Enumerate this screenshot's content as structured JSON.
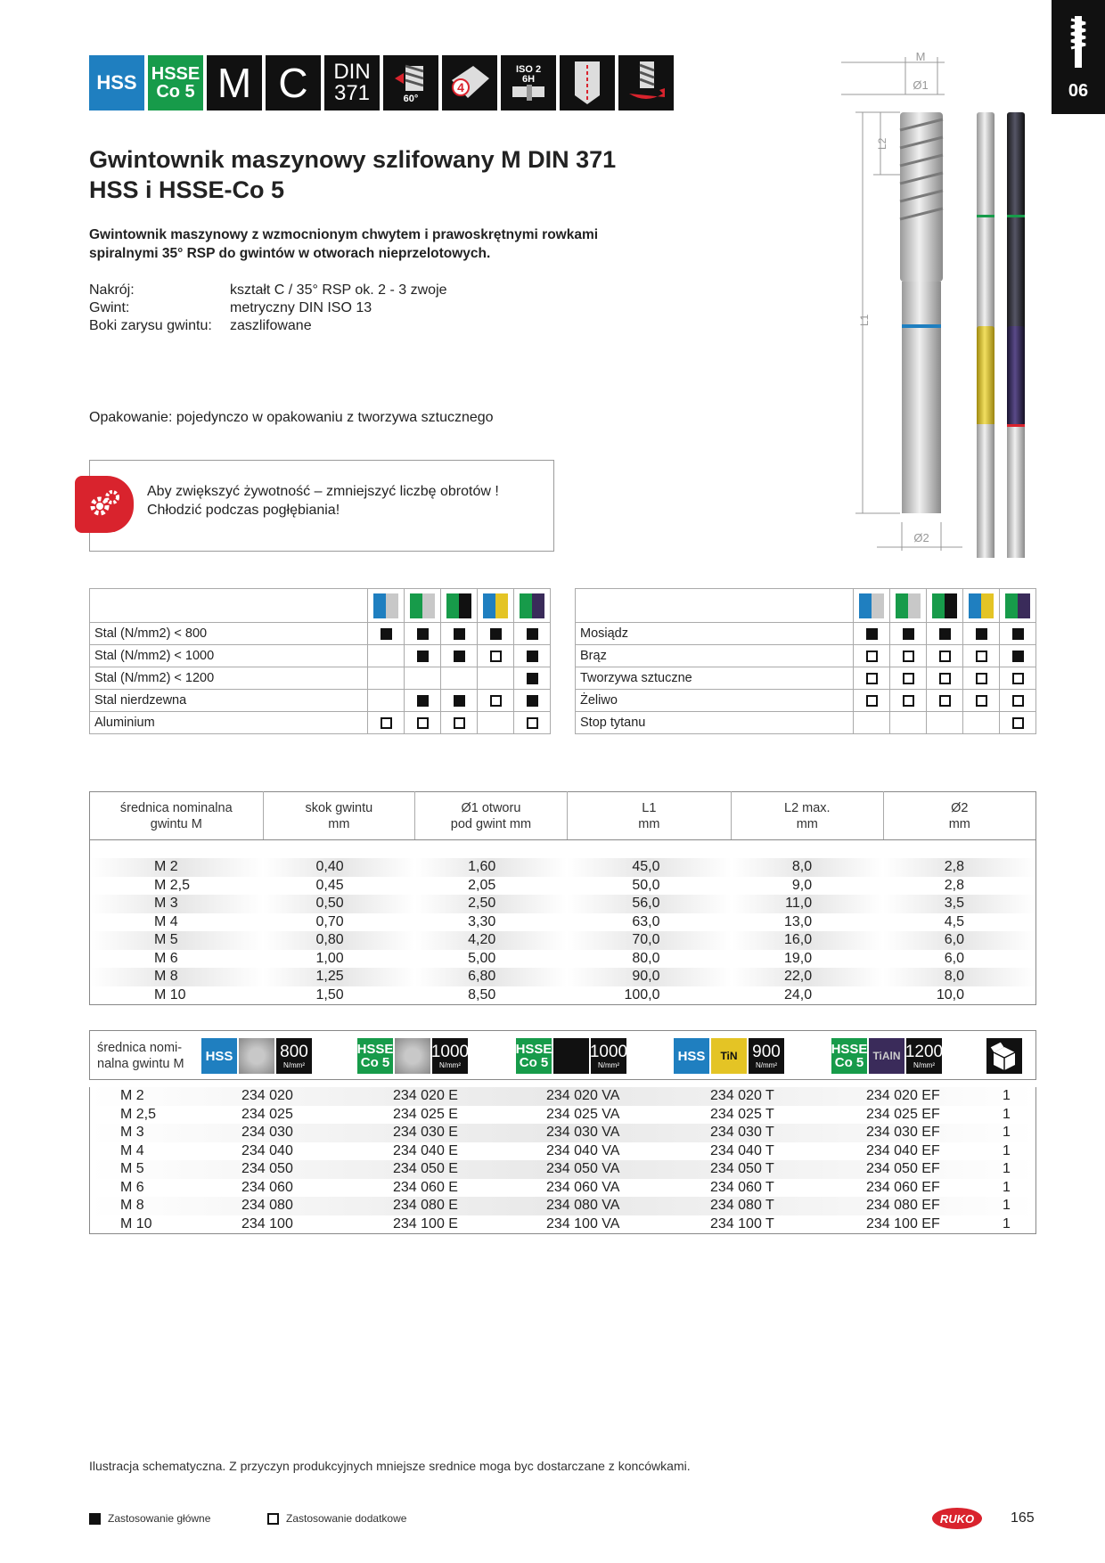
{
  "tab": {
    "number": "06"
  },
  "icons": [
    {
      "name": "hss-icon",
      "line1": "HSS",
      "line2": ""
    },
    {
      "name": "hsse-co5-icon",
      "line1": "HSSE",
      "line2": "Co 5"
    },
    {
      "name": "m-icon",
      "line1": "M",
      "line2": ""
    },
    {
      "name": "c-icon",
      "line1": "C",
      "line2": ""
    },
    {
      "name": "din-371-icon",
      "line1": "DIN",
      "line2": "371"
    },
    {
      "name": "thread-60-icon",
      "line1": "",
      "line2": "60°"
    },
    {
      "name": "flutes-4-icon",
      "line1": "4",
      "line2": ""
    },
    {
      "name": "iso-6h-icon",
      "line1": "ISO 2",
      "line2": "6H"
    },
    {
      "name": "blind-hole-icon",
      "line1": "",
      "line2": ""
    },
    {
      "name": "right-hand-icon",
      "line1": "",
      "line2": ""
    }
  ],
  "title_line1": "Gwintownik maszynowy szlifowany M DIN 371",
  "title_line2": "HSS i HSSE-Co 5",
  "intro_line1": "Gwintownik maszynowy z wzmocnionym chwytem i prawoskrętnymi rowkami",
  "intro_line2": "spiralnymi 35° RSP do gwintów w otworach nieprzelotowych.",
  "props": [
    {
      "k": "Nakrój:",
      "v": "kształt C / 35° RSP ok. 2 - 3 zwoje"
    },
    {
      "k": "Gwint:",
      "v": "metryczny DIN ISO 13"
    },
    {
      "k": "Boki zarysu gwintu:",
      "v": "zaszlifowane"
    }
  ],
  "packaging": "Opakowanie: pojedynczo w opakowaniu z tworzywa sztucznego",
  "note_line1": "Aby zwiększyć żywotność – zmniejszyć liczbę obrotów !",
  "note_line2": "Chłodzić podczas pogłębiania!",
  "drawing": {
    "m": "M",
    "d1": "Ø1",
    "l2": "L2",
    "l1": "L1",
    "d2": "Ø2"
  },
  "chip_colors": [
    "#1f7fc0",
    "#179b4a",
    "#179b4a",
    "#1f7fc0",
    "#179b4a"
  ],
  "chip_second": [
    "#c8c8c8",
    "#c8c8c8",
    "#111111",
    "#e4c425",
    "#3a2b5a"
  ],
  "materials_left": [
    {
      "name": "Stal (N/mm2) < 800",
      "marks": [
        "f",
        "f",
        "f",
        "f",
        "f"
      ]
    },
    {
      "name": "Stal (N/mm2) < 1000",
      "marks": [
        "",
        "f",
        "f",
        "e",
        "f"
      ]
    },
    {
      "name": "Stal (N/mm2) < 1200",
      "marks": [
        "",
        "",
        "",
        "",
        "f"
      ]
    },
    {
      "name": "Stal nierdzewna",
      "marks": [
        "",
        "f",
        "f",
        "e",
        "f"
      ]
    },
    {
      "name": "Aluminium",
      "marks": [
        "e",
        "e",
        "e",
        "",
        "e"
      ]
    }
  ],
  "materials_right": [
    {
      "name": "Mosiądz",
      "marks": [
        "f",
        "f",
        "f",
        "f",
        "f"
      ]
    },
    {
      "name": "Brąz",
      "marks": [
        "e",
        "e",
        "e",
        "e",
        "f"
      ]
    },
    {
      "name": "Tworzywa sztuczne",
      "marks": [
        "e",
        "e",
        "e",
        "e",
        "e"
      ]
    },
    {
      "name": "Żeliwo",
      "marks": [
        "e",
        "e",
        "e",
        "e",
        "e"
      ]
    },
    {
      "name": "Stop tytanu",
      "marks": [
        "",
        "",
        "",
        "",
        "e"
      ]
    }
  ],
  "dims_headers": [
    [
      "średnica nominalna",
      "gwintu M"
    ],
    [
      "skok gwintu",
      "mm"
    ],
    [
      "Ø1 otworu",
      "pod gwint mm"
    ],
    [
      "L1",
      "mm"
    ],
    [
      "L2 max.",
      "mm"
    ],
    [
      "Ø2",
      "mm"
    ]
  ],
  "dims_rows": [
    [
      "M  2",
      "0,40",
      "1,60",
      "45,0",
      "8,0",
      "2,8"
    ],
    [
      "M  2,5",
      "0,45",
      "2,05",
      "50,0",
      "9,0",
      "2,8"
    ],
    [
      "M  3",
      "0,50",
      "2,50",
      "56,0",
      "11,0",
      "3,5"
    ],
    [
      "M  4",
      "0,70",
      "3,30",
      "63,0",
      "13,0",
      "4,5"
    ],
    [
      "M  5",
      "0,80",
      "4,20",
      "70,0",
      "16,0",
      "6,0"
    ],
    [
      "M  6",
      "1,00",
      "5,00",
      "80,0",
      "19,0",
      "6,0"
    ],
    [
      "M  8",
      "1,25",
      "6,80",
      "90,0",
      "22,0",
      "8,0"
    ],
    [
      "M 10",
      "1,50",
      "8,50",
      "100,0",
      "24,0",
      "10,0"
    ]
  ],
  "order_header_label1": "średnica nomi-",
  "order_header_label2": "nalna gwintu M",
  "order_groups": [
    {
      "a1": "HSS",
      "a2": "",
      "a_color": "#1f7fc0",
      "b_text": "",
      "b_color": "#c8c8c8",
      "strength": "800",
      "unit": "N/mm²"
    },
    {
      "a1": "HSSE",
      "a2": "Co 5",
      "a_color": "#179b4a",
      "b_text": "",
      "b_color": "#c8c8c8",
      "strength": "1000",
      "unit": "N/mm²"
    },
    {
      "a1": "HSSE",
      "a2": "Co 5",
      "a_color": "#179b4a",
      "b_text": "",
      "b_color": "#111111",
      "strength": "1000",
      "unit": "N/mm²"
    },
    {
      "a1": "HSS",
      "a2": "",
      "a_color": "#1f7fc0",
      "b_text": "TiN",
      "b_color": "#e4c425",
      "strength": "900",
      "unit": "N/mm²"
    },
    {
      "a1": "HSSE",
      "a2": "Co 5",
      "a_color": "#179b4a",
      "b_text": "TiAlN",
      "b_color": "#3a2b5a",
      "strength": "1200",
      "unit": "N/mm²"
    }
  ],
  "order_rows": [
    [
      "M  2",
      "234 020",
      "234 020 E",
      "234 020 VA",
      "234 020 T",
      "234 020 EF",
      "1"
    ],
    [
      "M  2,5",
      "234 025",
      "234 025 E",
      "234 025 VA",
      "234 025 T",
      "234 025 EF",
      "1"
    ],
    [
      "M  3",
      "234 030",
      "234 030 E",
      "234 030 VA",
      "234 030 T",
      "234 030 EF",
      "1"
    ],
    [
      "M  4",
      "234 040",
      "234 040 E",
      "234 040 VA",
      "234 040 T",
      "234 040 EF",
      "1"
    ],
    [
      "M  5",
      "234 050",
      "234 050 E",
      "234 050 VA",
      "234 050 T",
      "234 050 EF",
      "1"
    ],
    [
      "M  6",
      "234 060",
      "234 060 E",
      "234 060 VA",
      "234 060 T",
      "234 060 EF",
      "1"
    ],
    [
      "M  8",
      "234 080",
      "234 080 E",
      "234 080 VA",
      "234 080 T",
      "234 080 EF",
      "1"
    ],
    [
      "M 10",
      "234 100",
      "234 100 E",
      "234 100 VA",
      "234 100 T",
      "234 100 EF",
      "1"
    ]
  ],
  "footnote": "Ilustracja schematyczna. Z przyczyn produkcyjnych mniejsze srednice moga byc dostarczane z koncówkami.",
  "legend_main": "Zastosowanie główne",
  "legend_extra": "Zastosowanie dodatkowe",
  "brand": "RUKO",
  "page_number": "165"
}
